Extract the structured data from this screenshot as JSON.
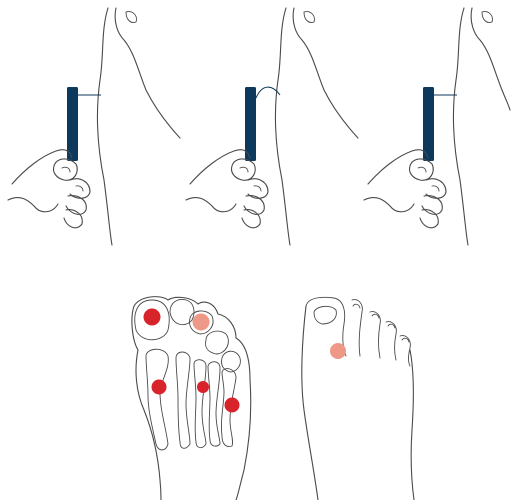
{
  "colors": {
    "background": "#ffffff",
    "outline": "#4a4a4a",
    "monofilament": "#0d3a5c",
    "point_sensitive": "#d8232a",
    "point_faint": "#ee9888"
  },
  "icons": {
    "monofilament": "monofilament-icon",
    "hand": "hand-icon",
    "foot": "foot-icon",
    "test_point": "test-point-icon"
  },
  "steps": [
    {
      "stage": "approach",
      "filament_bend": 0
    },
    {
      "stage": "bend",
      "filament_bend": 1
    },
    {
      "stage": "release",
      "filament_bend": 0
    }
  ],
  "plantar_points": [
    {
      "site": "hallux",
      "intensity": "sensitive"
    },
    {
      "site": "third-toe",
      "intensity": "faint"
    },
    {
      "site": "first-metatarsal-head",
      "intensity": "sensitive"
    },
    {
      "site": "third-metatarsal-head",
      "intensity": "sensitive"
    },
    {
      "site": "fifth-metatarsal-head",
      "intensity": "sensitive"
    }
  ],
  "dorsal_points": [
    {
      "site": "first-web-space",
      "intensity": "faint"
    }
  ]
}
